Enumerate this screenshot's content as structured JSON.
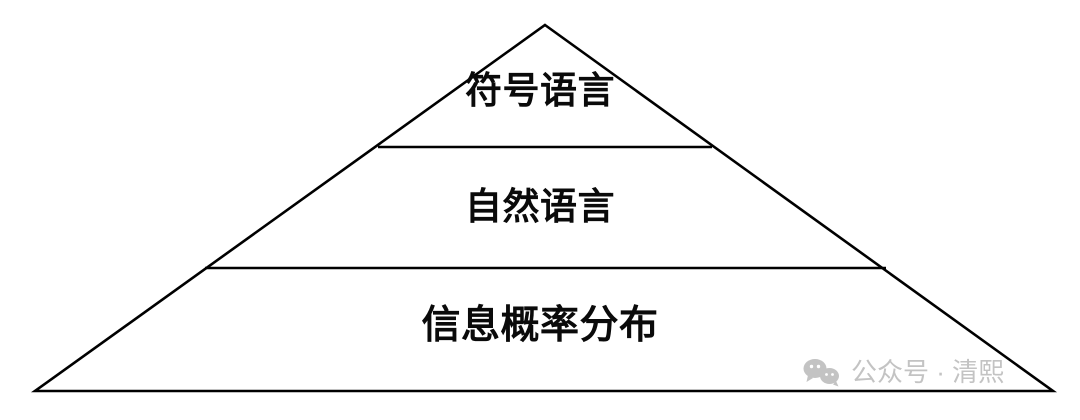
{
  "diagram": {
    "type": "pyramid",
    "title": "",
    "background_color": "#ffffff",
    "stroke_color": "#000000",
    "tiers": [
      {
        "id": "tier-top",
        "level": 1,
        "label": "符号语言",
        "position": "apex"
      },
      {
        "id": "tier-middle",
        "level": 2,
        "label": "自然语言",
        "position": "middle"
      },
      {
        "id": "tier-bottom",
        "level": 3,
        "label": "信息概率分布",
        "position": "base"
      }
    ]
  },
  "watermark": {
    "icon_name": "wechat-icon",
    "text": "公众号 · 清熙",
    "color": "#c3c3c3"
  }
}
